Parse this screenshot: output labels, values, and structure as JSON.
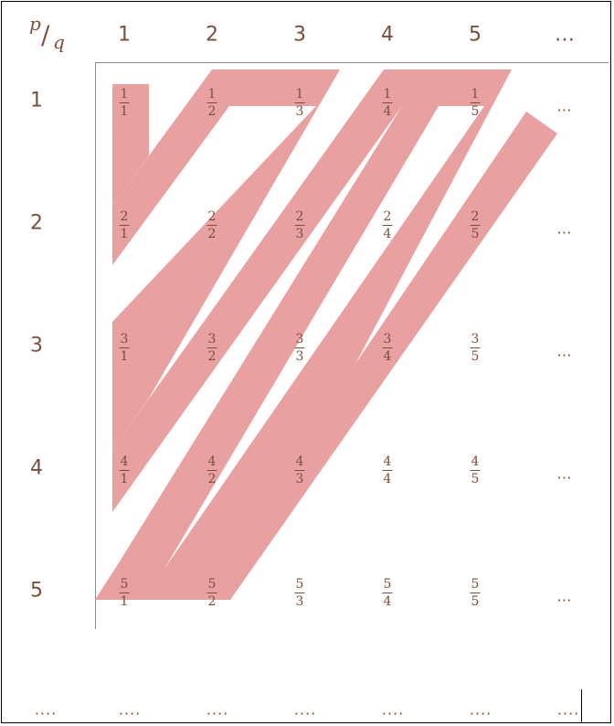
{
  "corner": {
    "p": "p",
    "slash": "/",
    "q": "q"
  },
  "columns": [
    "1",
    "2",
    "3",
    "4",
    "5",
    "…"
  ],
  "rows": [
    "1",
    "2",
    "3",
    "4",
    "5",
    "...."
  ],
  "cells": [
    [
      {
        "num": "1",
        "den": "1"
      },
      {
        "num": "1",
        "den": "2"
      },
      {
        "num": "1",
        "den": "3"
      },
      {
        "num": "1",
        "den": "4"
      },
      {
        "num": "1",
        "den": "5"
      }
    ],
    [
      {
        "num": "2",
        "den": "1"
      },
      {
        "num": "2",
        "den": "2"
      },
      {
        "num": "2",
        "den": "3"
      },
      {
        "num": "2",
        "den": "4"
      },
      {
        "num": "2",
        "den": "5"
      }
    ],
    [
      {
        "num": "3",
        "den": "1"
      },
      {
        "num": "3",
        "den": "2"
      },
      {
        "num": "3",
        "den": "3"
      },
      {
        "num": "3",
        "den": "4"
      },
      {
        "num": "3",
        "den": "5"
      }
    ],
    [
      {
        "num": "4",
        "den": "1"
      },
      {
        "num": "4",
        "den": "2"
      },
      {
        "num": "4",
        "den": "3"
      },
      {
        "num": "4",
        "den": "4"
      },
      {
        "num": "4",
        "den": "5"
      }
    ],
    [
      {
        "num": "5",
        "den": "1"
      },
      {
        "num": "5",
        "den": "2"
      },
      {
        "num": "5",
        "den": "3"
      },
      {
        "num": "5",
        "den": "4"
      },
      {
        "num": "5",
        "den": "5"
      }
    ]
  ],
  "row_continuation": "…",
  "bottom_continuation": "....",
  "colors": {
    "path": "#e8a0a0",
    "text": "#7a4f3a"
  }
}
